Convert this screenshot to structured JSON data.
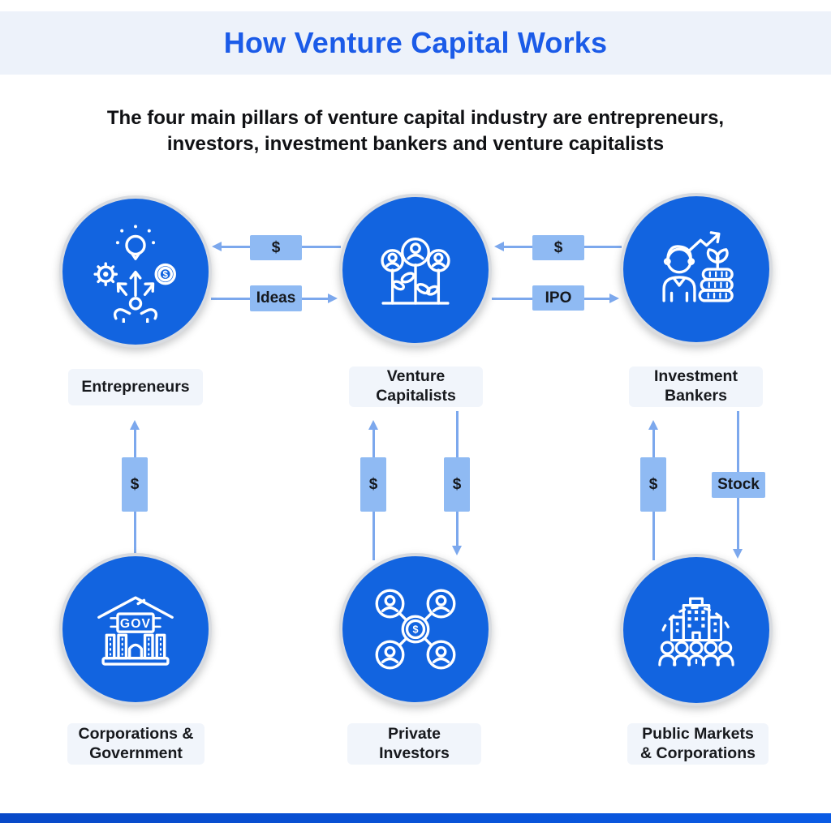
{
  "header": {
    "title": "How Venture Capital Works"
  },
  "subtitle": "The four main pillars of venture capital industry are entrepreneurs,\ninvestors, investment bankers and venture capitalists",
  "nodes": {
    "entrepreneurs": {
      "label": "Entrepreneurs",
      "icon": "idea-person-icon"
    },
    "venture_capitalists": {
      "label": "Venture\nCapitalists",
      "icon": "people-growth-icon"
    },
    "investment_bankers": {
      "label": "Investment\nBankers",
      "icon": "banker-profits-icon"
    },
    "corporations_government": {
      "label": "Corporations &\nGovernment",
      "icon": "gov-building-icon"
    },
    "private_investors": {
      "label": "Private\nInvestors",
      "icon": "investor-network-icon"
    },
    "public_markets_corporations": {
      "label": "Public Markets\n& Corporations",
      "icon": "public-market-crowd-icon"
    }
  },
  "edges": {
    "vc_to_entrepreneurs": {
      "label": "$"
    },
    "entrepreneurs_to_vc": {
      "label": "Ideas"
    },
    "bankers_to_vc": {
      "label": "$"
    },
    "vc_to_bankers": {
      "label": "IPO"
    },
    "corporations_to_entrepreneurs": {
      "label": "$"
    },
    "private_investors_to_vc": {
      "label": "$"
    },
    "vc_to_private_investors": {
      "label": "$"
    },
    "public_markets_to_bankers": {
      "label": "$"
    },
    "bankers_to_public_markets": {
      "label": "Stock"
    }
  },
  "icons": {
    "gov_sign": "GOV",
    "coin_symbol": "$"
  },
  "colors": {
    "accent_blue": "#1264E0",
    "title_blue": "#1B5BE8",
    "chip_blue": "#8FBAF3",
    "arrow_blue": "#7CA8ED",
    "node_label_bg": "#F1F5FB",
    "band_bg": "#EDF2FA",
    "footer_start": "#0849C8",
    "footer_end": "#0A5BE4"
  }
}
